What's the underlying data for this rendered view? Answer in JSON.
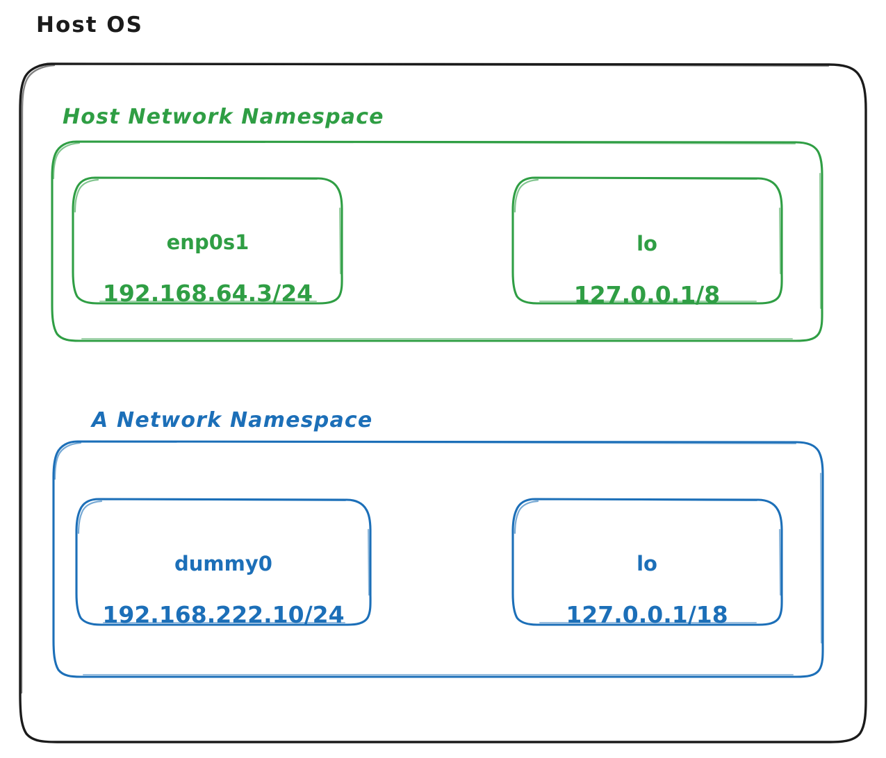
{
  "diagram": {
    "title": "Host OS",
    "style": "hand-drawn",
    "background_color": "#ffffff",
    "title_color": "#1b1b1b",
    "namespaces": [
      {
        "id": "host-network-namespace",
        "label": "Host Network Namespace",
        "color": "#2f9e44",
        "interfaces": [
          {
            "id": "enp0s1",
            "name": "enp0s1",
            "address": "192.168.64.3/24"
          },
          {
            "id": "lo-host",
            "name": "lo",
            "address": "127.0.0.1/8"
          }
        ]
      },
      {
        "id": "a-network-namespace",
        "label": "A Network Namespace",
        "color": "#1c6fb8",
        "interfaces": [
          {
            "id": "dummy0",
            "name": "dummy0",
            "address": "192.168.222.10/24"
          },
          {
            "id": "lo-ns",
            "name": "lo",
            "address": "127.0.0.1/18"
          }
        ]
      }
    ]
  }
}
